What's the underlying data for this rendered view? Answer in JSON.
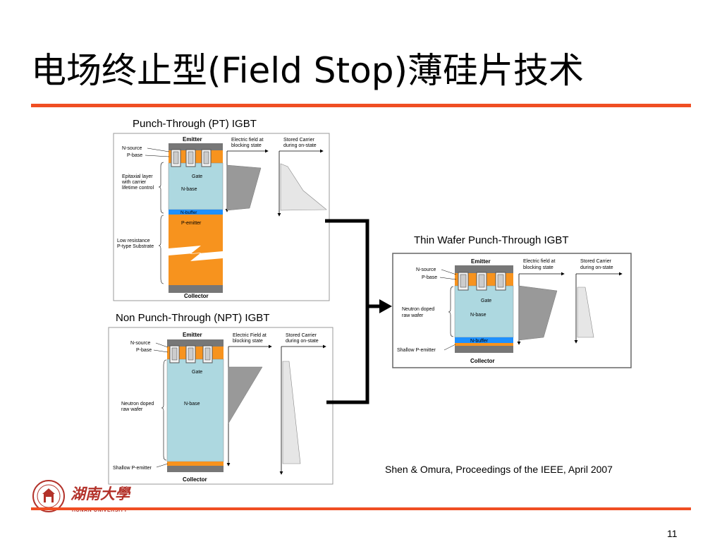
{
  "slide": {
    "title": "电场终止型(Field Stop)薄硅片技术",
    "citation": "Shen & Omura, Proceedings of the IEEE, April 2007",
    "page_number": "11",
    "colors": {
      "accent": "#f04e23",
      "brand_red": "#b3322a"
    }
  },
  "logo": {
    "text": "湖南大學",
    "subtitle": "HUNAN UNIVERSITY"
  },
  "pt": {
    "caption": "Punch-Through (PT) IGBT",
    "emitter": "Emitter",
    "collector": "Collector",
    "n_source": "N-source",
    "p_base": "P-base",
    "gate": "Gate",
    "n_base": "N-base",
    "n_buffer": "N-buffer",
    "p_emitter": "P-emitter",
    "epi_line1": "Epitaxial layer",
    "epi_line2": "with carrier",
    "epi_line3": "lifetime control",
    "sub_line1": "Low resistance",
    "sub_line2": "P-type Substrate",
    "efield_line1": "Electric field at",
    "efield_line2": "blocking state",
    "carrier_line1": "Stored Carrier",
    "carrier_line2": "during on-state"
  },
  "npt": {
    "caption": "Non Punch-Through (NPT) IGBT",
    "emitter": "Emitter",
    "collector": "Collector",
    "n_source": "N-source",
    "p_base": "P-base",
    "gate": "Gate",
    "n_base": "N-base",
    "wafer_line1": "Neutron doped",
    "wafer_line2": "raw wafer",
    "shallow": "Shallow P-emitter",
    "efield_line1": "Electric Field at",
    "efield_line2": "blocking state",
    "carrier_line1": "Stored Carrier",
    "carrier_line2": "during on-state"
  },
  "tw": {
    "caption": "Thin Wafer Punch-Through IGBT",
    "emitter": "Emitter",
    "collector": "Collector",
    "n_source": "N-source",
    "p_base": "P-base",
    "gate": "Gate",
    "n_base": "N-base",
    "n_buffer": "N-buffer",
    "wafer_line1": "Neutron doped",
    "wafer_line2": "raw wafer",
    "shallow": "Shallow P-emitter",
    "efield_line1": "Electric field at",
    "efield_line2": "blocking state",
    "carrier_line1": "Stored Carrier",
    "carrier_line2": "during on-state"
  }
}
